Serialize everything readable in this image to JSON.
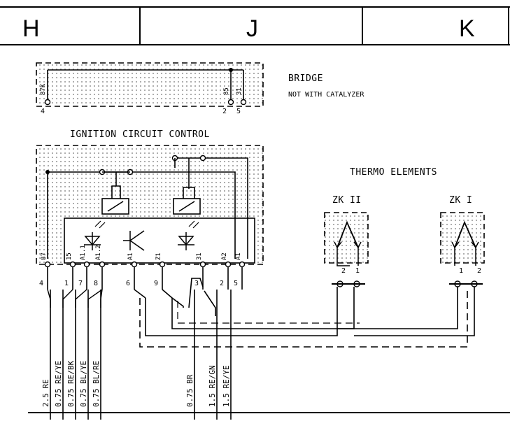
{
  "header": {
    "columns": [
      "H",
      "J",
      "K"
    ]
  },
  "bridge": {
    "title": "BRIDGE",
    "note": "NOT WITH CATALYZER",
    "pins": [
      "4",
      "2",
      "5"
    ],
    "pin_labels": [
      "87K",
      "85",
      "31"
    ]
  },
  "ignition_control": {
    "title": "IGNITION CIRCUIT CONTROL",
    "top_pins": [
      "87",
      "15",
      "A1.1",
      "A1.2",
      "A1",
      "Z1",
      "31",
      "A2",
      "A1"
    ],
    "bottom_pins": [
      "4",
      "1",
      "7",
      "8",
      "6",
      "9",
      "3",
      "2",
      "5"
    ]
  },
  "thermo": {
    "title": "THERMO ELEMENTS",
    "elements": [
      {
        "name": "ZK II",
        "pins": [
          "2",
          "1"
        ]
      },
      {
        "name": "ZK I",
        "pins": [
          "1",
          "2"
        ]
      }
    ]
  },
  "wires": [
    {
      "label": "2.5 RE"
    },
    {
      "label": "0.75 RE/YE"
    },
    {
      "label": "0.75 RE/BK"
    },
    {
      "label": "0.75 BL/YE"
    },
    {
      "label": "0.75 BL/RE"
    },
    {
      "label": "0.75 BR"
    },
    {
      "label": "1.5 RE/GN"
    },
    {
      "label": "1.5 RE/YE"
    }
  ]
}
